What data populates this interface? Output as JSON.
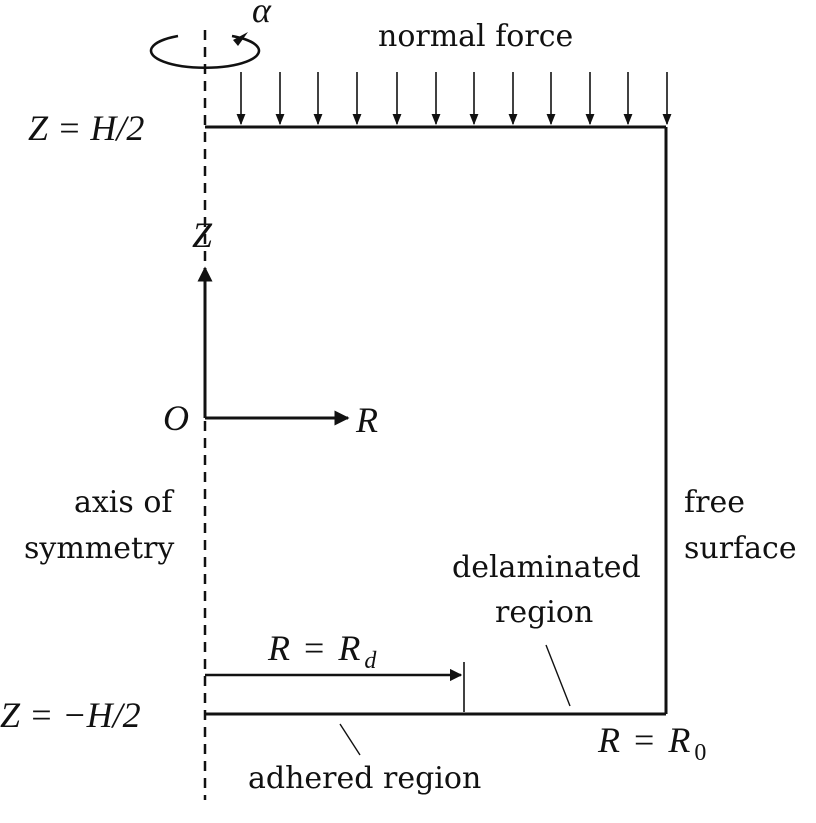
{
  "labels": {
    "rotation": "α",
    "normal_force": "normal force",
    "z_top": "Z = H/2",
    "z_axis": "Z",
    "origin": "O",
    "r_axis": "R",
    "axis_line1": "axis of",
    "axis_line2": "symmetry",
    "free_line1": "free",
    "free_line2": "surface",
    "delam_line1": "delaminated",
    "delam_line2": "region",
    "rd_var": "R",
    "rd_eq": "=",
    "rd_rhs": "R",
    "rd_sub": "d",
    "z_bottom": "Z = −H/2",
    "r0_var": "R",
    "r0_eq": "=",
    "r0_rhs": "R",
    "r0_sub": "0",
    "adhered": "adhered region"
  },
  "colors": {
    "ink": "#111111",
    "background": "#ffffff"
  }
}
